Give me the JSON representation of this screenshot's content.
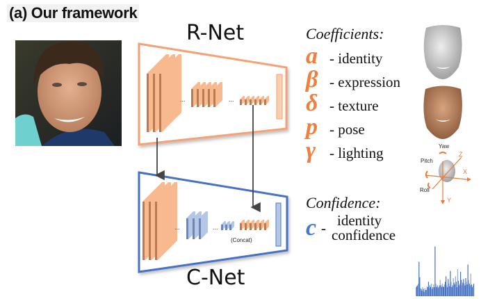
{
  "title": "(a) Our framework",
  "networks": {
    "rnet": {
      "label": "R-Net",
      "color": "#f4a274"
    },
    "cnet": {
      "label": "C-Net",
      "color": "#4472c4"
    }
  },
  "concat_label": "(Concat)",
  "ellipsis": "...",
  "coefficients": {
    "heading": "Coefficients:",
    "items": [
      {
        "symbol": "a",
        "label": "- identity"
      },
      {
        "symbol": "β",
        "label": "- expression"
      },
      {
        "symbol": "δ",
        "label": "- texture"
      },
      {
        "symbol": "p",
        "label": "- pose"
      },
      {
        "symbol": "γ",
        "label": " - lighting"
      }
    ]
  },
  "confidence": {
    "heading": "Confidence:",
    "symbol": "c",
    "dash": "-",
    "label_line1": "identity",
    "label_line2": "confidence"
  },
  "pose_axes": {
    "yaw": "Yaw",
    "pitch": "Pitch",
    "roll": "Roll",
    "x": "X",
    "y": "Y",
    "z": "Z"
  },
  "colors": {
    "orange_layer": "#f9b98e",
    "orange_dark": "#b97b52",
    "blue_layer": "#b4c7e7",
    "blue_dark": "#6f86b0",
    "accent_orange": "#f07f3c",
    "accent_blue": "#4a78c8"
  }
}
